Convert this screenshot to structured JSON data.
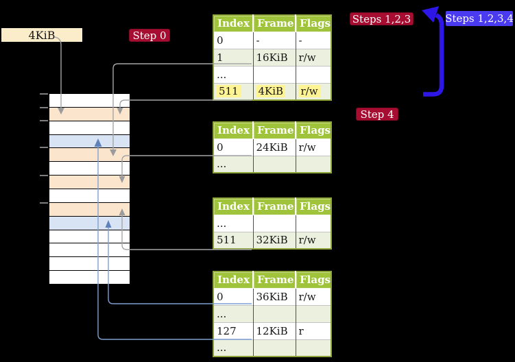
{
  "labels": {
    "page_size": "4KiB",
    "step0": "Step 0",
    "steps123": "Steps 1,2,3",
    "steps1234": "Steps 1,2,3,4",
    "step4": "Step 4"
  },
  "colors": {
    "background": "#000000",
    "table_header_green": "#9FC33B",
    "table_row_green": "#EBF1DE",
    "highlight_yellow": "#FFF493",
    "memory_page_orange": "#FCE5CD",
    "memory_page_blue": "#D8E4F4",
    "page_size_label_bg": "#FBEDC9",
    "step_label_red": "#A60D30",
    "steps_label_blue": "#4A3AF0",
    "flow_arrow_blue": "#2E17E6",
    "connector_gray": "#A5A5A5",
    "connector_blue": "#7E9FD0"
  },
  "page_tables": [
    {
      "name": "page-table-1",
      "headers": [
        "Index",
        "Frame",
        "Flags"
      ],
      "rows": [
        {
          "cells": [
            "0",
            "-",
            "-"
          ],
          "shade": "white"
        },
        {
          "cells": [
            "1",
            "16KiB",
            "r/w"
          ],
          "shade": "green"
        },
        {
          "cells": [
            "...",
            "",
            ""
          ],
          "shade": "white"
        },
        {
          "cells": [
            "511",
            "4KiB",
            "r/w"
          ],
          "shade": "green",
          "hl": "yellow"
        }
      ]
    },
    {
      "name": "page-table-2",
      "headers": [
        "Index",
        "Frame",
        "Flags"
      ],
      "rows": [
        {
          "cells": [
            "0",
            "24KiB",
            "r/w"
          ],
          "shade": "white"
        },
        {
          "cells": [
            "...",
            "",
            ""
          ],
          "shade": "green"
        }
      ]
    },
    {
      "name": "page-table-3",
      "headers": [
        "Index",
        "Frame",
        "Flags"
      ],
      "rows": [
        {
          "cells": [
            "...",
            "",
            ""
          ],
          "shade": "white"
        },
        {
          "cells": [
            "511",
            "32KiB",
            "r/w"
          ],
          "shade": "green"
        }
      ]
    },
    {
      "name": "page-table-4",
      "headers": [
        "Index",
        "Frame",
        "Flags"
      ],
      "rows": [
        {
          "cells": [
            "0",
            "36KiB",
            "r/w"
          ],
          "shade": "white"
        },
        {
          "cells": [
            "...",
            "",
            ""
          ],
          "shade": "green"
        },
        {
          "cells": [
            "127",
            "12KiB",
            "r"
          ],
          "shade": "white"
        },
        {
          "cells": [
            "...",
            "",
            ""
          ],
          "shade": "green"
        }
      ]
    }
  ],
  "memory_column": {
    "rows": [
      {
        "fill": "white"
      },
      {
        "fill": "orange"
      },
      {
        "fill": "white"
      },
      {
        "fill": "blue"
      },
      {
        "fill": "orange"
      },
      {
        "fill": "white"
      },
      {
        "fill": "orange"
      },
      {
        "fill": "white"
      },
      {
        "fill": "orange"
      },
      {
        "fill": "blue"
      },
      {
        "fill": "white"
      },
      {
        "fill": "white"
      },
      {
        "fill": "white"
      },
      {
        "fill": "white"
      }
    ]
  },
  "connections": [
    {
      "from": "page-size-label",
      "to": "memory-row-2",
      "color": "gray"
    },
    {
      "from": "page-table-1-entry-1",
      "to": "memory-row-5",
      "color": "gray"
    },
    {
      "from": "page-table-1-entry-511",
      "to": "memory-row-2",
      "color": "gray"
    },
    {
      "from": "page-table-2-entry-0",
      "to": "memory-row-7",
      "color": "gray"
    },
    {
      "from": "page-table-3-entry-511",
      "to": "memory-row-9",
      "color": "gray"
    },
    {
      "from": "page-table-4-entry-0",
      "to": "memory-row-10",
      "color": "blue"
    },
    {
      "from": "page-table-4-entry-127",
      "to": "memory-row-4",
      "color": "blue"
    },
    {
      "from": "flow-arrow-bottom",
      "to": "steps123-label",
      "color": "thick-blue"
    }
  ]
}
